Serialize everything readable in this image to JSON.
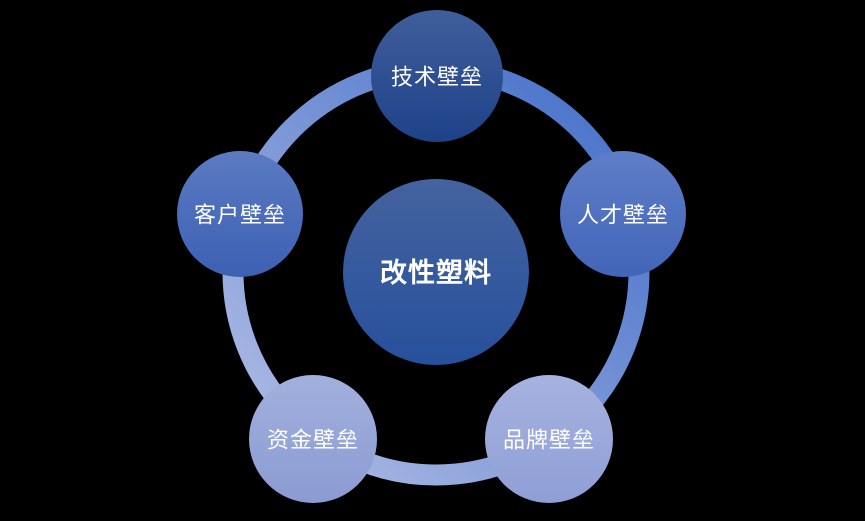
{
  "background_color": "#000000",
  "text_color": "#ffffff",
  "ring": {
    "color_start": "#3f6cc7",
    "color_end": "#b5c0e6"
  },
  "center_node": {
    "label": "改性塑料",
    "color_top": "#44639f",
    "color_bottom": "#27509c"
  },
  "nodes": [
    {
      "id": "technology",
      "label": "技术壁垒",
      "position": "top",
      "color_top": "#3f5e9c",
      "color_bottom": "#1e4288"
    },
    {
      "id": "talent",
      "label": "人才壁垒",
      "position": "upper-right",
      "color_top": "#5f7ec8",
      "color_bottom": "#4265b8"
    },
    {
      "id": "brand",
      "label": "品牌壁垒",
      "position": "lower-right",
      "color_top": "#a6b3e0",
      "color_bottom": "#8f9ed6"
    },
    {
      "id": "capital",
      "label": "资金壁垒",
      "position": "lower-left",
      "color_top": "#a2b0dd",
      "color_bottom": "#8b9bd3"
    },
    {
      "id": "customer",
      "label": "客户壁垒",
      "position": "left",
      "color_top": "#5b7ac2",
      "color_bottom": "#3d60b3"
    }
  ]
}
